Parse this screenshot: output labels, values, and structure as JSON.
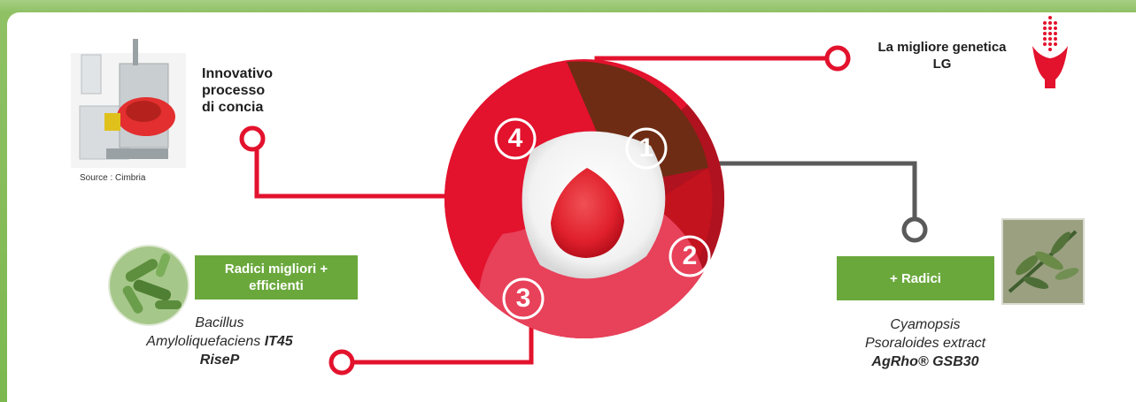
{
  "labels": {
    "concia_line1": "Innovativo",
    "concia_line2": "processo",
    "concia_line3": "di concia",
    "source": "Source : Cimbria",
    "genetica_line1": "La migliore genetica",
    "genetica_line2": "LG",
    "radici_migliori_line1": "Radici migliori +",
    "radici_migliori_line2": "efficienti",
    "radici": "+ Radici",
    "bacillus_line1": "Bacillus",
    "bacillus_line2_prefix": "Amyloliquefaciens",
    "bacillus_line2_bold": "IT45",
    "bacillus_line3": "RiseP",
    "cyamopsis_line1": "Cyamopsis",
    "cyamopsis_line2": "Psoraloides extract",
    "cyamopsis_line3": "AgRho® GSB30"
  },
  "numbers": {
    "n1": "1",
    "n2": "2",
    "n3": "3",
    "n4": "4"
  },
  "colors": {
    "red": "#e3122d",
    "dark_red": "#b0121f",
    "brown": "#6e2c14",
    "gray_line": "#5a5a5a",
    "green": "#6aa83c",
    "pink": "#e8415a"
  },
  "icons": {
    "machine": "seed-treatment-machine-image",
    "lg_logo": "lg-corn-logo-icon",
    "bacteria": "bacteria-image",
    "plant": "plant-leaf-image"
  }
}
